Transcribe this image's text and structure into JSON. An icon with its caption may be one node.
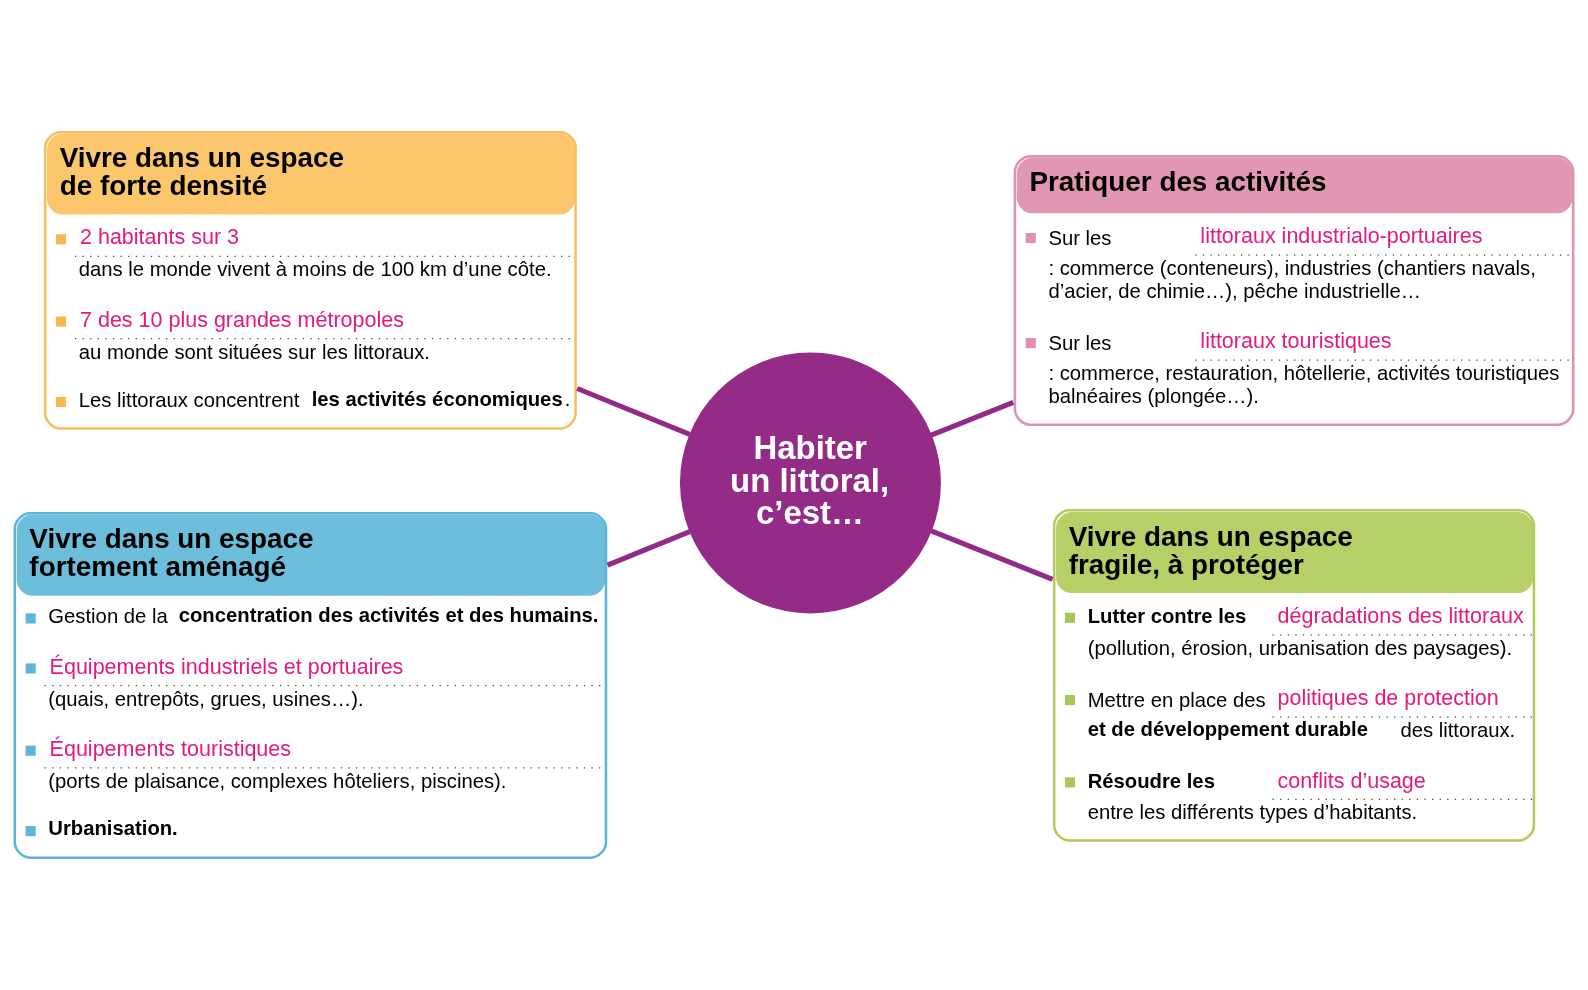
{
  "diagram": {
    "nodes": [
      {
        "text": [
          "Vivre dans un espace de forte densité",
          "2 habitants sur 3",
          "dans le monde vivent à moins de 100 km d’une côte.",
          "7 des 10 plus grandes métropoles",
          "au monde sont situées sur les littoraux.",
          "Les littoraux concentrent **les activités économiques**."
        ]
      },
      {
        "text": [
          "Pratiquer des activités",
          "Sur les",
          "littoraux industrialo-portuaires",
          ": commerce (conteneurs), industries (chantiers navals, d’acier, de chimie…), pêche industrielle…",
          "Sur les",
          "littoraux touristiques",
          ": commerce, restauration, hôtellerie, activités touristiques balnéaires (plongée…)."
        ]
      },
      {
        "text": [
          "Habiter un littoral, c’est…"
        ]
      },
      {
        "text": [
          "Vivre dans un espace fortement aménagé",
          "Gestion de la **concentration des activités et des humains.**",
          "Équipements industriels et portuaires",
          "(quais, entrepôts, grues, usines…).",
          "Équipements touristiques",
          "(ports de plaisance, complexes hôteliers, piscines).",
          "Urbanisation."
        ]
      },
      {
        "text": [
          "Vivre dans un espace fragile, à protéger",
          "Lutter contre les",
          "dégradations des littoraux",
          "(pollution, érosion, urbanisation des paysages).",
          "Mettre en place des",
          "politiques de protection",
          "**et de développement durable** des littoraux.",
          "Résoudre les",
          "conflits d’usage",
          "entre les différents types d’habitants."
        ]
      }
    ],
    "edges": [
      {
        "from": 0,
        "to": 2,
        "arrow": "none"
      },
      {
        "from": 2,
        "to": 1,
        "arrow": "none"
      },
      {
        "from": 3,
        "to": 2,
        "arrow": "none"
      },
      {
        "from": 2,
        "to": 4,
        "arrow": "none"
      }
    ]
  }
}
